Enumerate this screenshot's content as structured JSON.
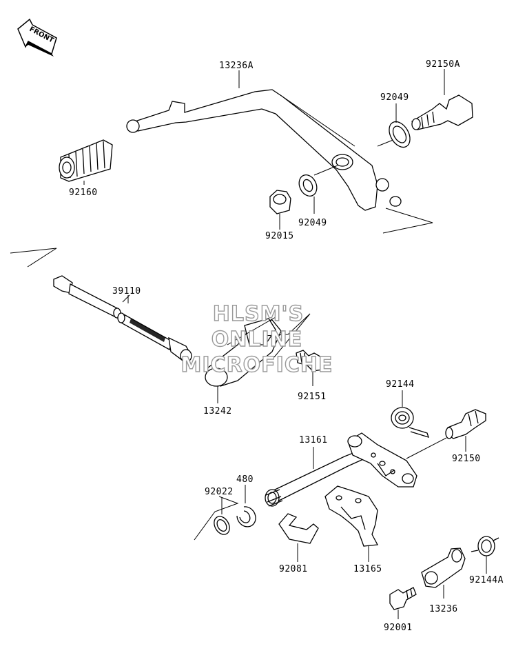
{
  "front_badge": {
    "text": "FRONT"
  },
  "watermark": {
    "line1": "HLSM'S",
    "line2": "ONLINE",
    "line3": "MICROFICHE"
  },
  "parts": {
    "p13236A": "13236A",
    "p92150A": "92150A",
    "p92049a": "92049",
    "p92160": "92160",
    "p92015": "92015",
    "p92049b": "92049",
    "p39110": "39110",
    "p13242": "13242",
    "p92151": "92151",
    "p92144": "92144",
    "p13161": "13161",
    "p92150": "92150",
    "p480": "480",
    "p92022": "92022",
    "p92081": "92081",
    "p13165": "13165",
    "p92144A": "92144A",
    "p13236": "13236",
    "p92001": "92001"
  }
}
